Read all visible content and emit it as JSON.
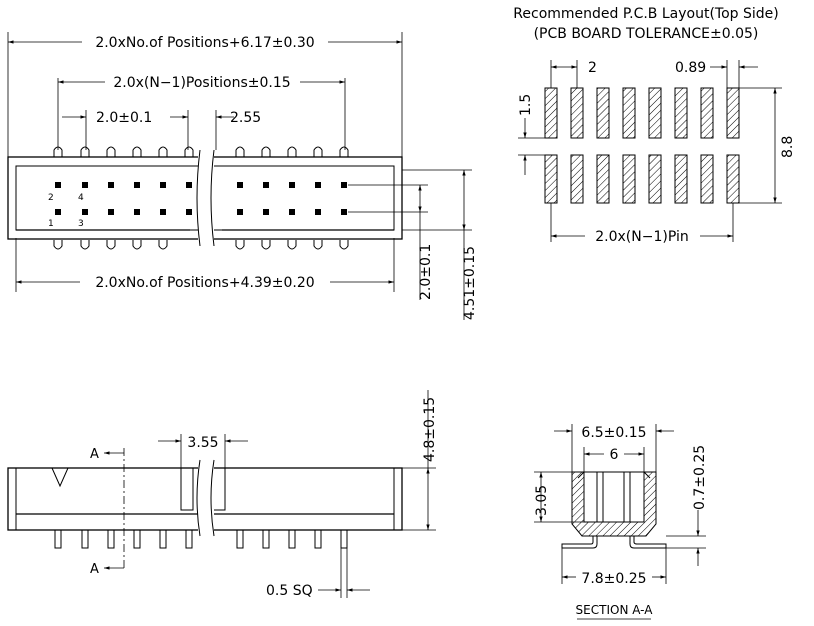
{
  "layout_title": {
    "line1": "Recommended P.C.B Layout(Top Side)",
    "line2": "(PCB BOARD TOLERANCE±0.05)"
  },
  "top_view": {
    "overall_length": "2.0xNo.of Positions+6.17±0.30",
    "pin_span": "2.0x(N−1)Positions±0.15",
    "pitch": "2.0±0.1",
    "gap": "2.55",
    "row_pitch": "2.0±0.1",
    "body_width": "4.51±0.15",
    "base_length": "2.0xNo.of Positions+4.39±0.20",
    "pin_labels": [
      "2",
      "4",
      "1",
      "3"
    ]
  },
  "pcb_layout": {
    "pitch": "2",
    "pad_width": "0.89",
    "pad_length": "1.5",
    "row_span": "8.8",
    "pin_span": "2.0x(N−1)Pin"
  },
  "side_view": {
    "section_marker": "A",
    "latch": "3.55",
    "height": "4.8±0.15",
    "pin_size": "0.5 SQ"
  },
  "section": {
    "outer_width": "6.5±0.15",
    "inner_width": "6",
    "wall_height": "3.05",
    "floor": "0.7±0.25",
    "foot_span": "7.8±0.25",
    "title": "SECTION A-A"
  }
}
